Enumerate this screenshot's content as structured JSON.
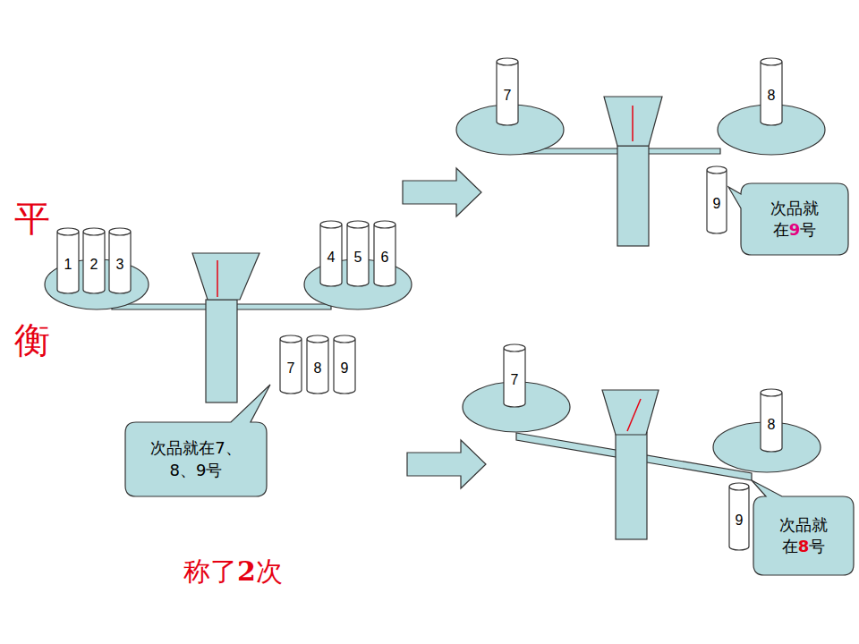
{
  "diagram": {
    "nodes": [
      {
        "text": [
          "1"
        ]
      },
      {
        "text": [
          "2"
        ]
      },
      {
        "text": [
          "3"
        ]
      },
      {
        "text": [
          "4"
        ]
      },
      {
        "text": [
          "5"
        ]
      },
      {
        "text": [
          "6"
        ]
      },
      {
        "text": [
          "7"
        ]
      },
      {
        "text": [
          "8"
        ]
      },
      {
        "text": [
          "9"
        ]
      },
      {
        "text": [
          "次品就在7、8、9号"
        ]
      },
      {
        "text": [
          "7"
        ]
      },
      {
        "text": [
          "8"
        ]
      },
      {
        "text": [
          "9"
        ]
      },
      {
        "text": [
          "次品就在9号"
        ]
      },
      {
        "text": [
          "7"
        ]
      },
      {
        "text": [
          "8"
        ]
      },
      {
        "text": [
          "9"
        ]
      },
      {
        "text": [
          "次品就在8号"
        ]
      }
    ],
    "labels": [
      "平",
      "衡",
      "称了2次"
    ]
  }
}
